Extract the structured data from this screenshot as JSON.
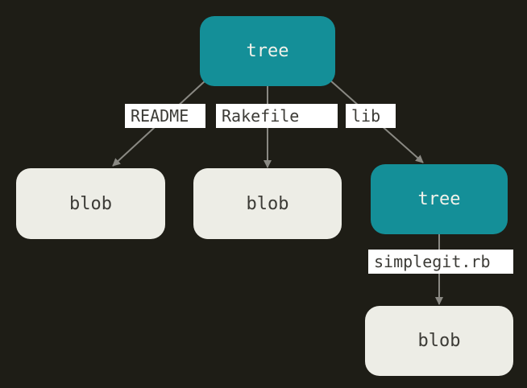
{
  "colors": {
    "background": "#1e1d16",
    "tree_fill": "#148f98",
    "blob_fill": "#ededE6",
    "edge": "#8a8983",
    "label_bg": "#ffffff"
  },
  "nodes": {
    "root_tree": "tree",
    "blob_readme": "blob",
    "blob_rakefile": "blob",
    "lib_tree": "tree",
    "blob_simplegit": "blob"
  },
  "edges": {
    "readme": "README",
    "rakefile": "Rakefile",
    "lib": "lib",
    "simplegit": "simplegit.rb"
  }
}
